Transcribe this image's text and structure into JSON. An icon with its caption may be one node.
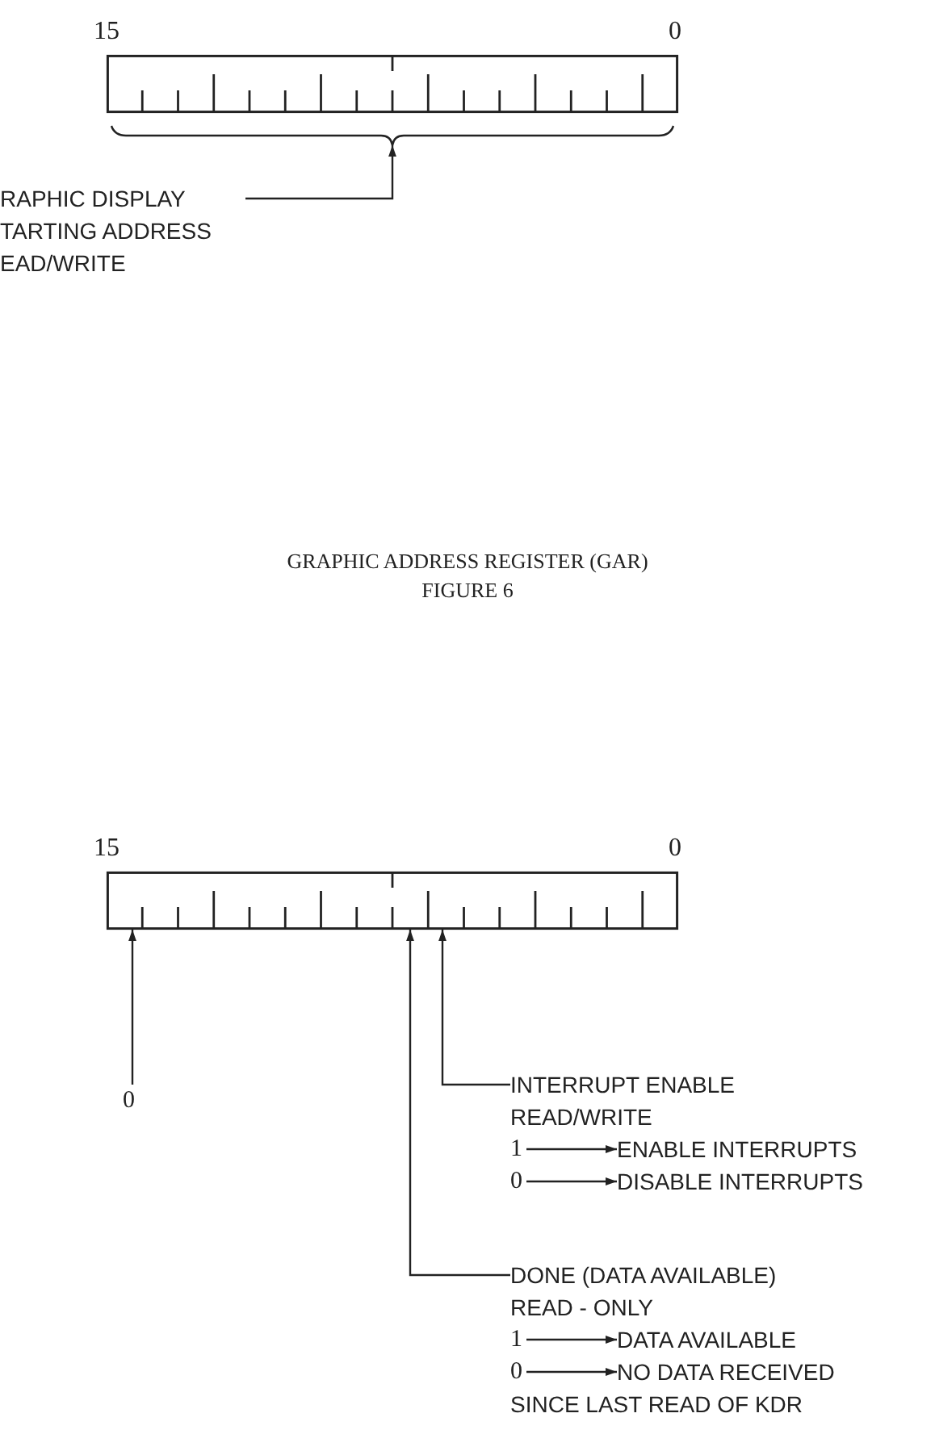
{
  "diagram": {
    "caption": "GRAPHIC ADDRESS REGISTER (GAR)",
    "nodes": [
      {
        "text": [],
        "shape": "bar"
      },
      {
        "text": [
          "RAPHIC DISPLAY TARTING ADDRESS EAD/WRITE"
        ]
      },
      {
        "text": [],
        "shape": "bar"
      },
      {
        "text": [
          "0"
        ]
      },
      {
        "text": [
          "INTERRUPT ENABLE",
          "READ/WRITE"
        ]
      },
      {
        "text": [
          "1"
        ]
      },
      {
        "text": [
          "ENABLE INTERRUPTS"
        ]
      },
      {
        "text": [
          "0"
        ]
      },
      {
        "text": [
          "DISABLE INTERRUPTS"
        ]
      },
      {
        "text": [
          "DONE (DATA AVAILABLE)",
          "READ - ONLY"
        ]
      },
      {
        "text": [
          "1"
        ]
      },
      {
        "text": [
          "DATA AVAILABLE"
        ]
      },
      {
        "text": [
          "0"
        ]
      },
      {
        "text": [
          "NO DATA RECEIVED"
        ],
        "beside": [
          "SINCE LAST READ OF KDR"
        ]
      }
    ],
    "edges": [
      {
        "from": 1,
        "to": 0,
        "arrow": "to"
      },
      {
        "from": 3,
        "to": 2,
        "arrow": "to"
      },
      {
        "from": 4,
        "to": 2,
        "arrow": "to"
      },
      {
        "from": 5,
        "to": 6,
        "arrow": "to"
      },
      {
        "from": 7,
        "to": 8,
        "arrow": "to"
      },
      {
        "from": 9,
        "to": 2,
        "arrow": "to"
      },
      {
        "from": 10,
        "to": 11,
        "arrow": "to"
      },
      {
        "from": 12,
        "to": 13,
        "arrow": "to"
      }
    ],
    "labels": [
      "15",
      "0",
      "FIGURE 6",
      "15",
      "0"
    ]
  }
}
